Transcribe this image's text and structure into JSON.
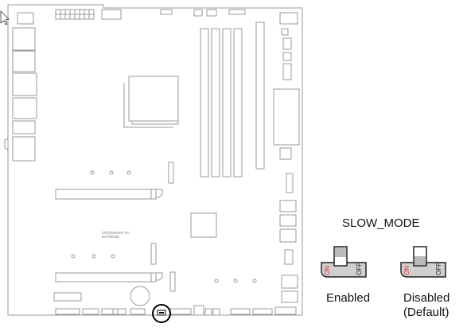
{
  "board": {
    "silkscreen_line1": "CROSSHAIR VIII",
    "silkscreen_line2": "EXTREME"
  },
  "switch": {
    "title": "SLOW_MODE",
    "on_text": "ON",
    "off_text": "OFF",
    "on_color": "#e03030",
    "enabled_label": "Enabled",
    "disabled_label": "Disabled",
    "default_label": "(Default)"
  },
  "colors": {
    "outline": "#9a9a9a",
    "ink": "#222222",
    "highlight": "#000000"
  }
}
